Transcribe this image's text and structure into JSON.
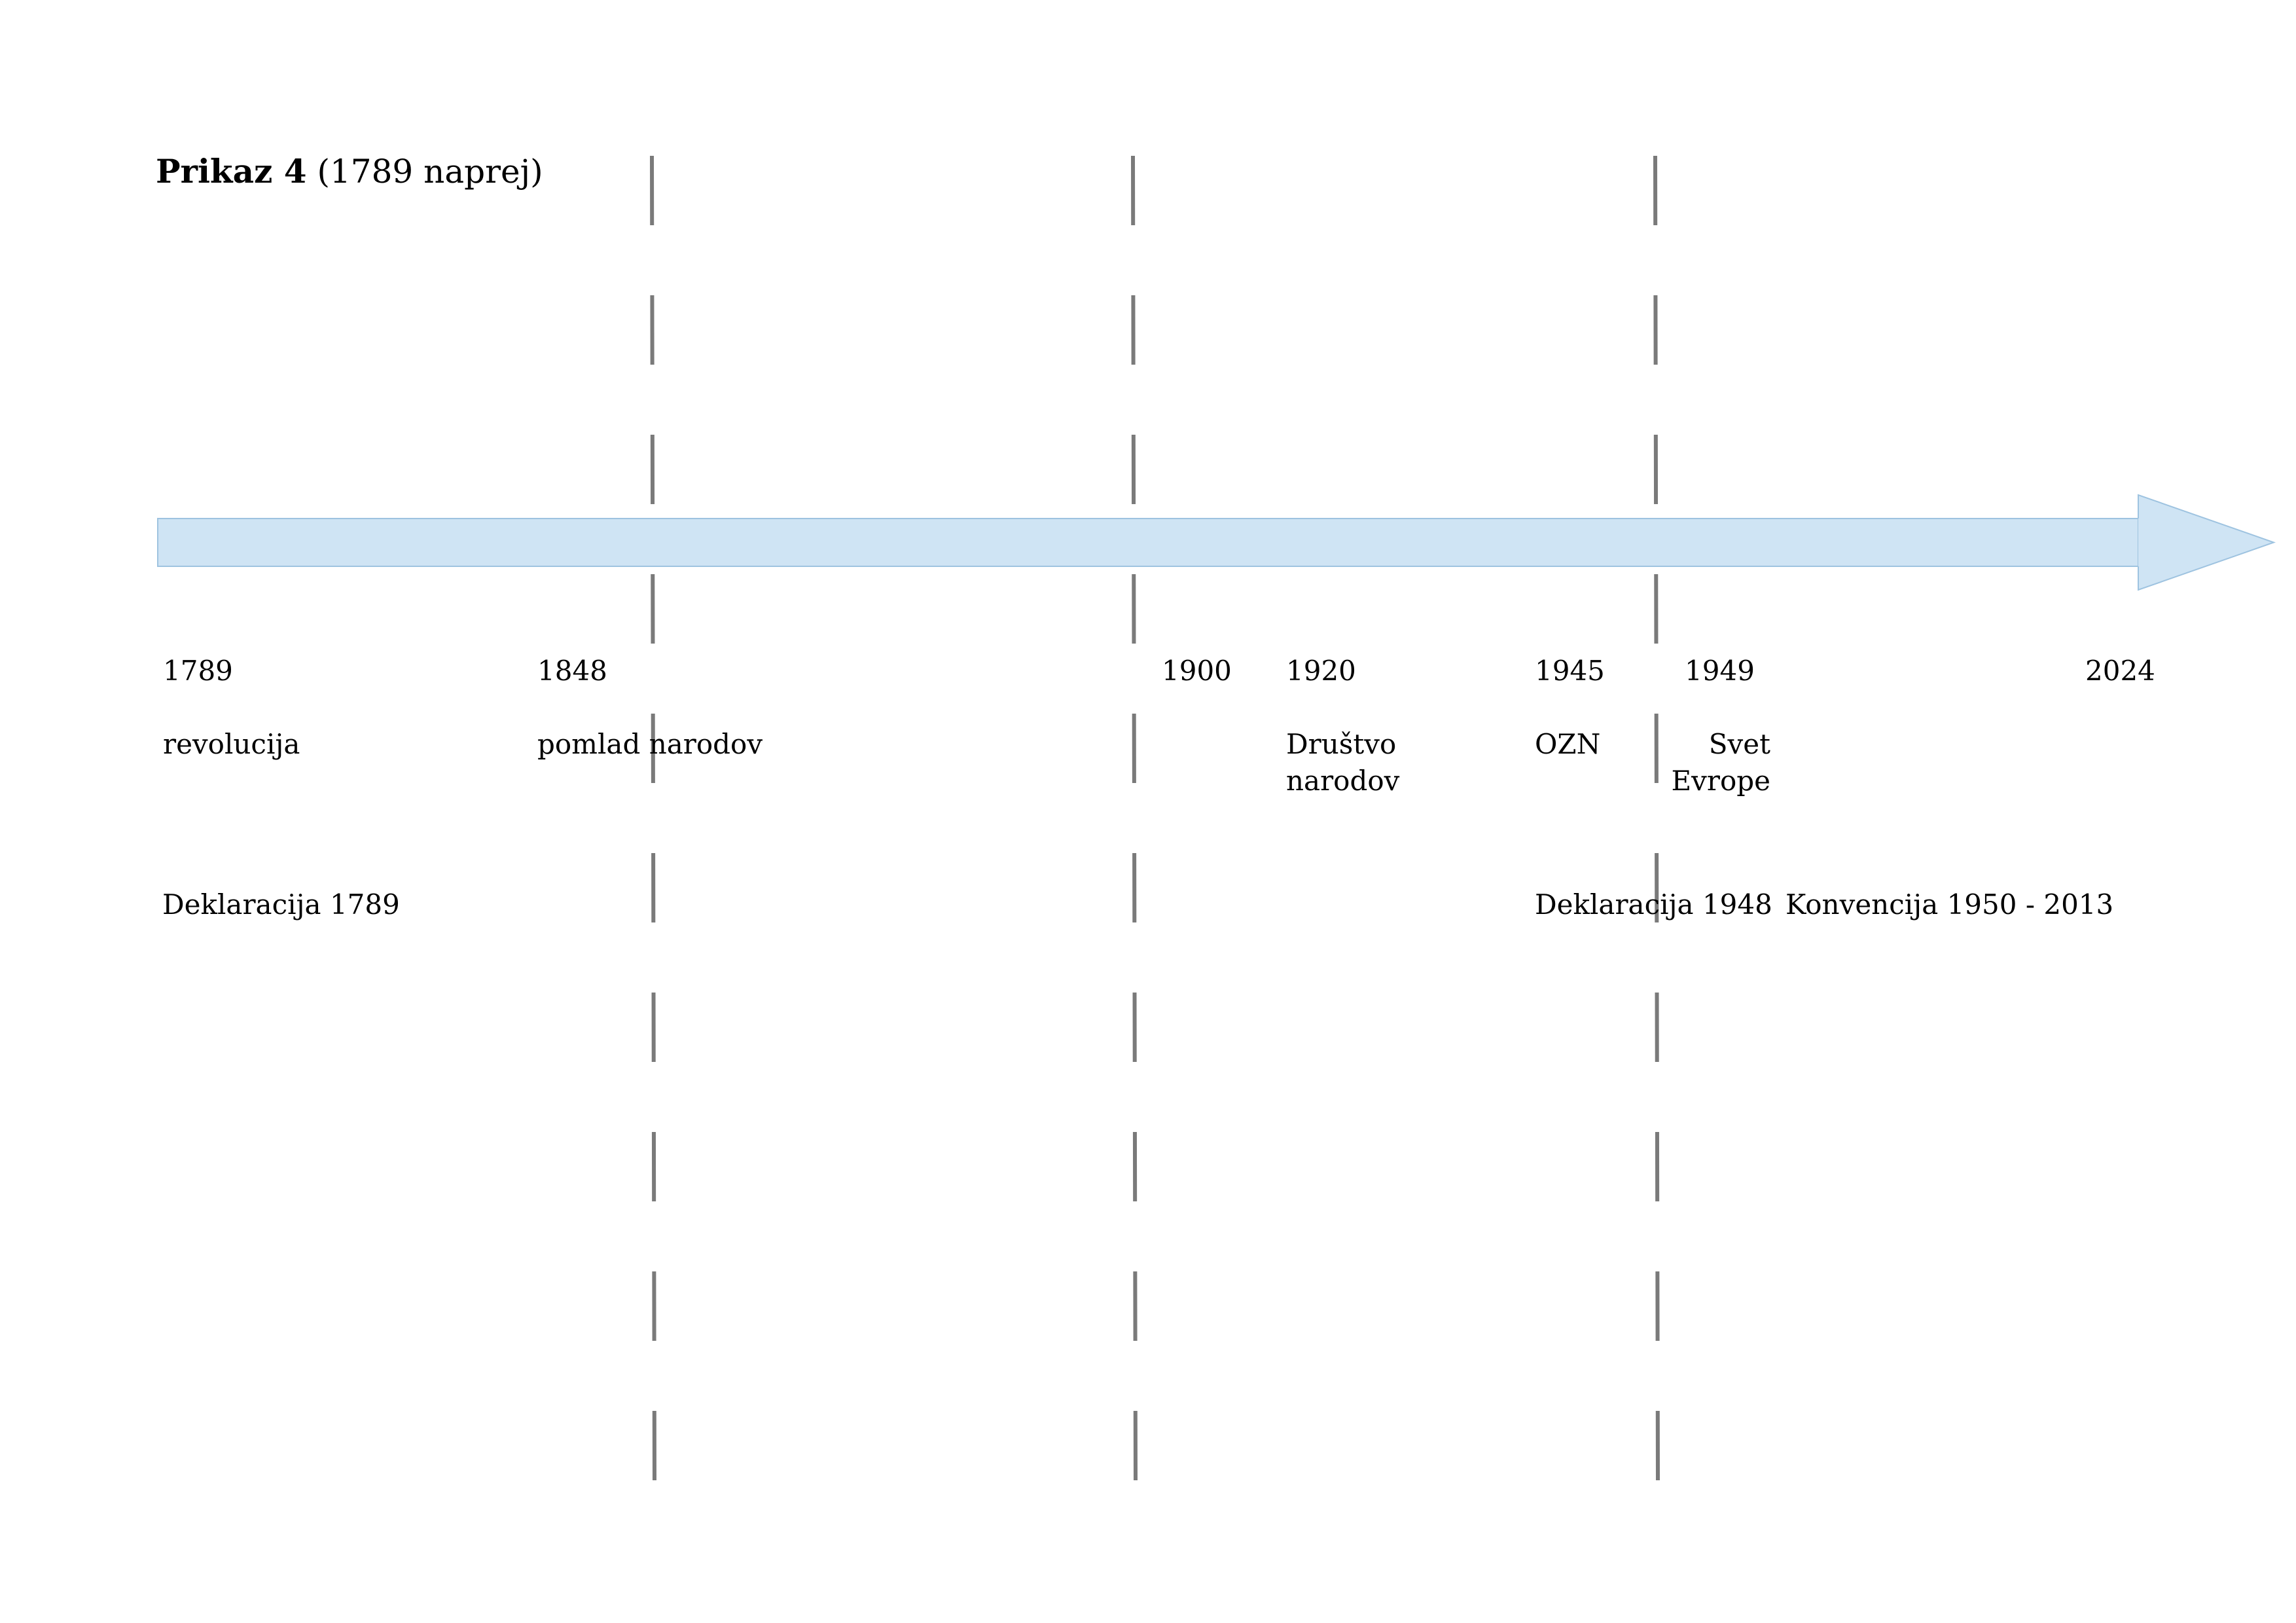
{
  "title": {
    "bold": "Prikaz 4",
    "rest": "(1789 naprej)"
  },
  "colors": {
    "arrow_fill": "#cfe4f4",
    "arrow_stroke": "#9ec3e0",
    "dash_stroke": "#7a7a7a"
  },
  "events": {
    "e1789": {
      "year": "1789",
      "text": "revolucija"
    },
    "e1848": {
      "year": "1848",
      "text": "pomlad narodov"
    },
    "e1900": {
      "year": "1900"
    },
    "e1920": {
      "year": "1920",
      "text": "Društvo\nnarodov"
    },
    "e1945": {
      "year": "1945",
      "text": "OZN"
    },
    "e1949": {
      "year": "1949",
      "text": "Svet\nEvrope"
    },
    "e2024": {
      "year": "2024"
    }
  },
  "documents": {
    "d1789": "Deklaracija 1789",
    "d1948": "Deklaracija 1948",
    "d1950": "Konvencija 1950 - 2013"
  }
}
